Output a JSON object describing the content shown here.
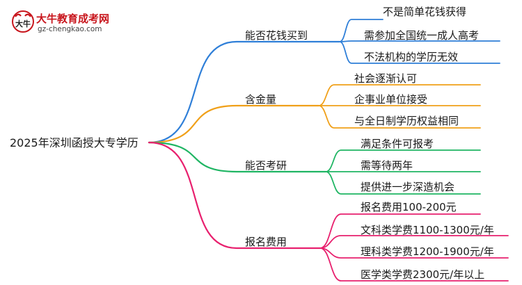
{
  "logo": {
    "title": "大牛教育成考网",
    "url": "gz-chengkao.com",
    "mark_text": "大牛"
  },
  "root": {
    "label": "2025年深圳函授大专学历"
  },
  "branches": [
    {
      "label": "能否花钱买到",
      "color": "#2f7fd8",
      "children": [
        "不是简单花钱获得",
        "需参加全国统一成人高考",
        "不法机构的学历无效"
      ]
    },
    {
      "label": "含金量",
      "color": "#f0a019",
      "children": [
        "社会逐渐认可",
        "企事业单位接受",
        "与全日制学历权益相同"
      ]
    },
    {
      "label": "能否考研",
      "color": "#1fb563",
      "children": [
        "满足条件可报考",
        "需等待两年",
        "提供进一步深造机会"
      ]
    },
    {
      "label": "报名费用",
      "color": "#e8206e",
      "children": [
        "报名费用100-200元",
        "文科类学费1100-1300元/年",
        "理科类学费1200-1900元/年",
        "医学类学费2300元/年以上"
      ]
    }
  ]
}
